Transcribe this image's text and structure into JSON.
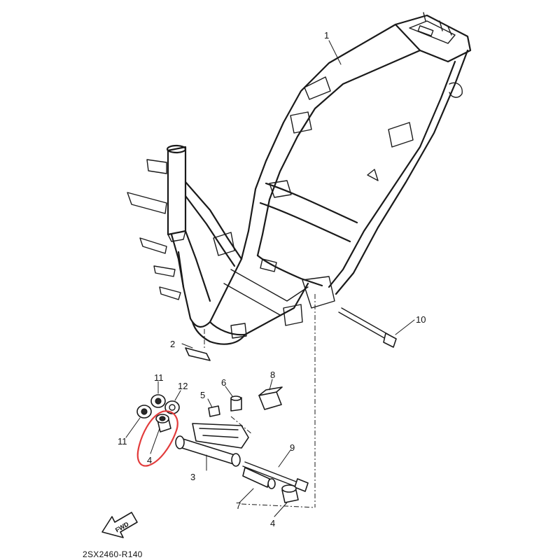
{
  "diagram": {
    "code": "2SX2460-R140",
    "fwd_label": "FWD",
    "highlight_color": "#e23b3b",
    "callouts": [
      {
        "id": "1",
        "label": "1"
      },
      {
        "id": "2",
        "label": "2"
      },
      {
        "id": "3",
        "label": "3"
      },
      {
        "id": "4a",
        "label": "4"
      },
      {
        "id": "4b",
        "label": "4"
      },
      {
        "id": "5",
        "label": "5"
      },
      {
        "id": "6",
        "label": "6"
      },
      {
        "id": "7",
        "label": "7"
      },
      {
        "id": "8",
        "label": "8"
      },
      {
        "id": "9",
        "label": "9"
      },
      {
        "id": "10",
        "label": "10"
      },
      {
        "id": "11a",
        "label": "11"
      },
      {
        "id": "11b",
        "label": "11"
      },
      {
        "id": "12",
        "label": "12"
      }
    ]
  }
}
